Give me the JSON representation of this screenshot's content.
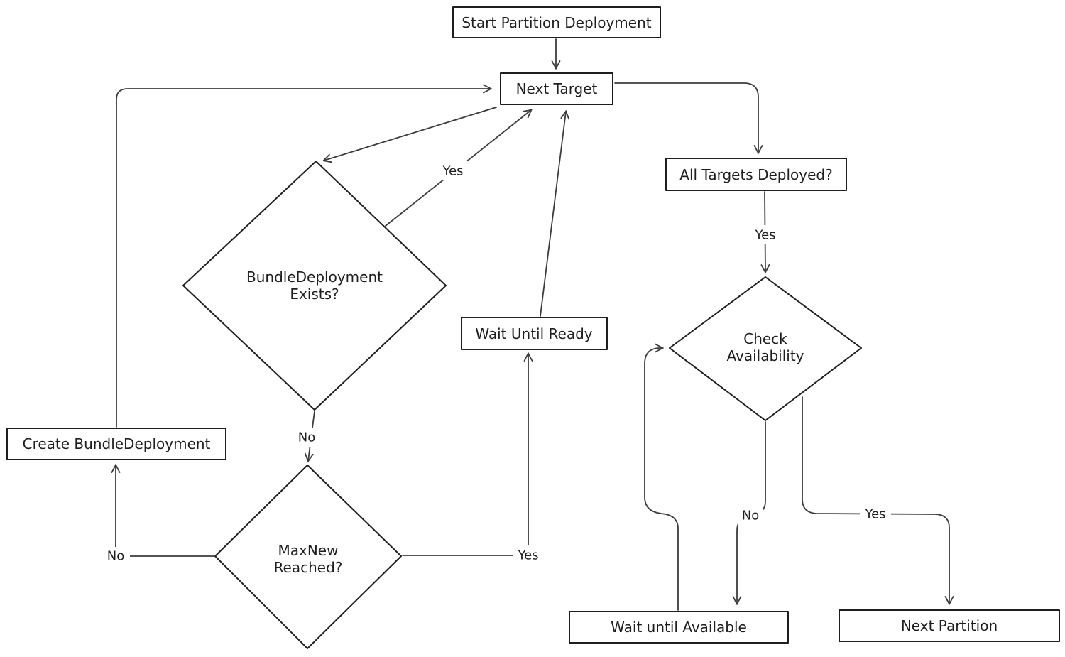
{
  "nodes": {
    "start": {
      "label": "Start Partition Deployment"
    },
    "next_target": {
      "label": "Next Target"
    },
    "all_targets_deployed": {
      "label": "All Targets Deployed?"
    },
    "bundle_deployment_exists": {
      "line1": "BundleDeployment",
      "line2": "Exists?"
    },
    "wait_until_ready": {
      "label": "Wait Until Ready"
    },
    "create_bundle_deployment": {
      "label": "Create BundleDeployment"
    },
    "max_new_reached": {
      "line1": "MaxNew",
      "line2": "Reached?"
    },
    "check_availability": {
      "line1": "Check",
      "line2": "Availability"
    },
    "wait_until_available": {
      "label": "Wait until Available"
    },
    "next_partition": {
      "label": "Next Partition"
    }
  },
  "edge_labels": {
    "bundle_exists_yes": "Yes",
    "bundle_exists_no": "No",
    "max_new_no": "No",
    "max_new_yes": "Yes",
    "all_targets_yes": "Yes",
    "availability_no": "No",
    "availability_yes": "Yes"
  },
  "colors": {
    "background": "#ffffff",
    "shape_stroke": "#1e1e1e",
    "edge_stroke": "#3c3c3c"
  }
}
